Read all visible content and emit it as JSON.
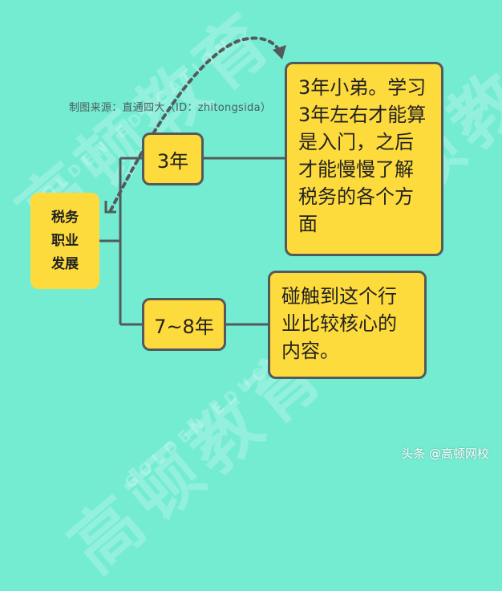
{
  "watermark": {
    "cn": "高顿教育",
    "en": "GOLDEN EDUCATION"
  },
  "source_note": "制图来源：直通四大（ID：zhitongsida）",
  "root": {
    "label": "税务职业发展"
  },
  "branches": [
    {
      "label": "3年",
      "description": "3年小弟。学习3年左右才能算是入门，之后才能慢慢了解税务的各个方面"
    },
    {
      "label": "7~8年",
      "description": "碰触到这个行业比较核心的内容。"
    }
  ],
  "footer": "头条 @高顿网校",
  "colors": {
    "background": "#74ecd2",
    "box_fill": "#fedb3c",
    "box_border": "#545a5b",
    "connector": "#545a5b"
  }
}
